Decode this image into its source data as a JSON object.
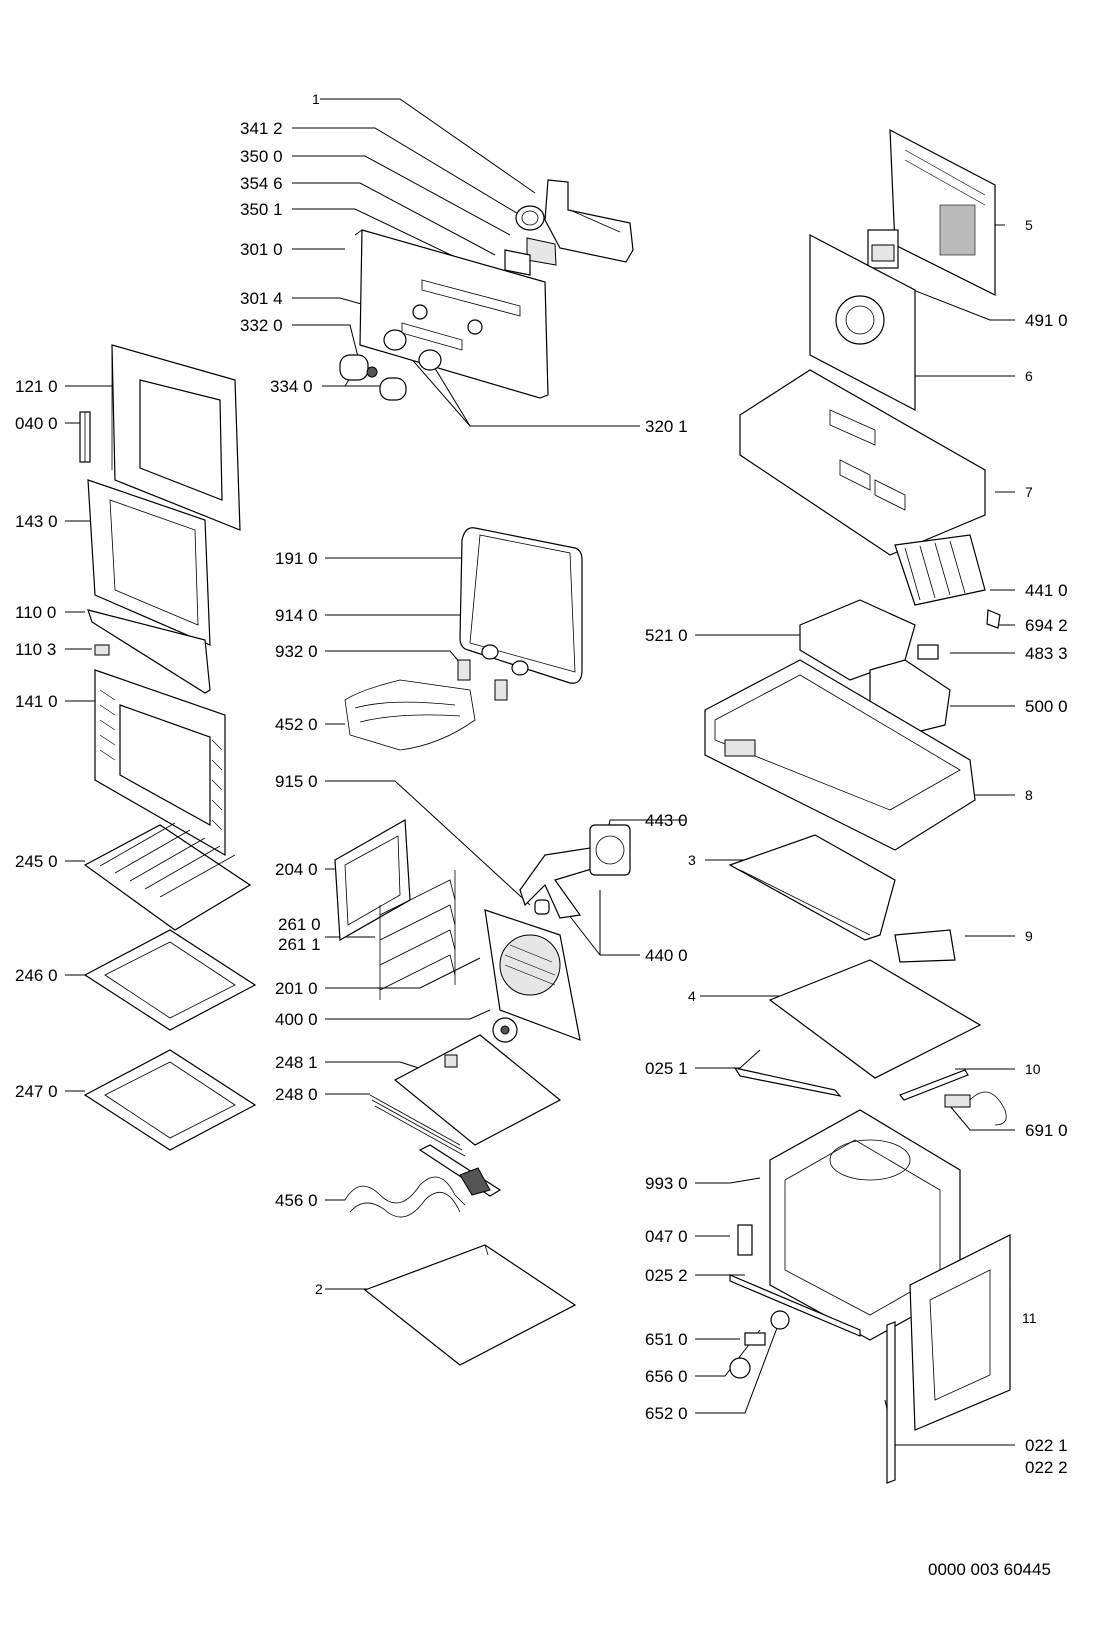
{
  "labels": {
    "l_1": "1",
    "l_341_2": "341 2",
    "l_350_0": "350 0",
    "l_354_6": "354 6",
    "l_350_1": "350 1",
    "l_301_0": "301 0",
    "l_301_4": "301 4",
    "l_332_0": "332 0",
    "l_334_0": "334 0",
    "l_320_1": "320 1",
    "l_121_0": "121 0",
    "l_040_0": "040 0",
    "l_143_0": "143 0",
    "l_110_0": "110 0",
    "l_110_3": "110 3",
    "l_141_0": "141 0",
    "l_245_0": "245 0",
    "l_246_0": "246 0",
    "l_247_0": "247 0",
    "l_191_0": "191 0",
    "l_914_0": "914 0",
    "l_932_0": "932 0",
    "l_452_0": "452 0",
    "l_915_0": "915 0",
    "l_204_0": "204 0",
    "l_261_0": "261 0",
    "l_261_1": "261 1",
    "l_201_0": "201 0",
    "l_400_0": "400 0",
    "l_248_1": "248 1",
    "l_248_0": "248 0",
    "l_456_0": "456 0",
    "l_2": "2",
    "l_443_0": "443 0",
    "l_440_0": "440 0",
    "l_5": "5",
    "l_491_0": "491 0",
    "l_6": "6",
    "l_7": "7",
    "l_441_0": "441 0",
    "l_694_2": "694 2",
    "l_521_0": "521 0",
    "l_483_3": "483 3",
    "l_500_0": "500 0",
    "l_8": "8",
    "l_3": "3",
    "l_9": "9",
    "l_4": "4",
    "l_025_1": "025 1",
    "l_10": "10",
    "l_691_0": "691 0",
    "l_993_0": "993 0",
    "l_047_0": "047 0",
    "l_025_2": "025 2",
    "l_651_0": "651 0",
    "l_656_0": "656 0",
    "l_652_0": "652 0",
    "l_11": "11",
    "l_022_1": "022 1",
    "l_022_2": "022 2"
  },
  "document_number": "0000 003 60445"
}
